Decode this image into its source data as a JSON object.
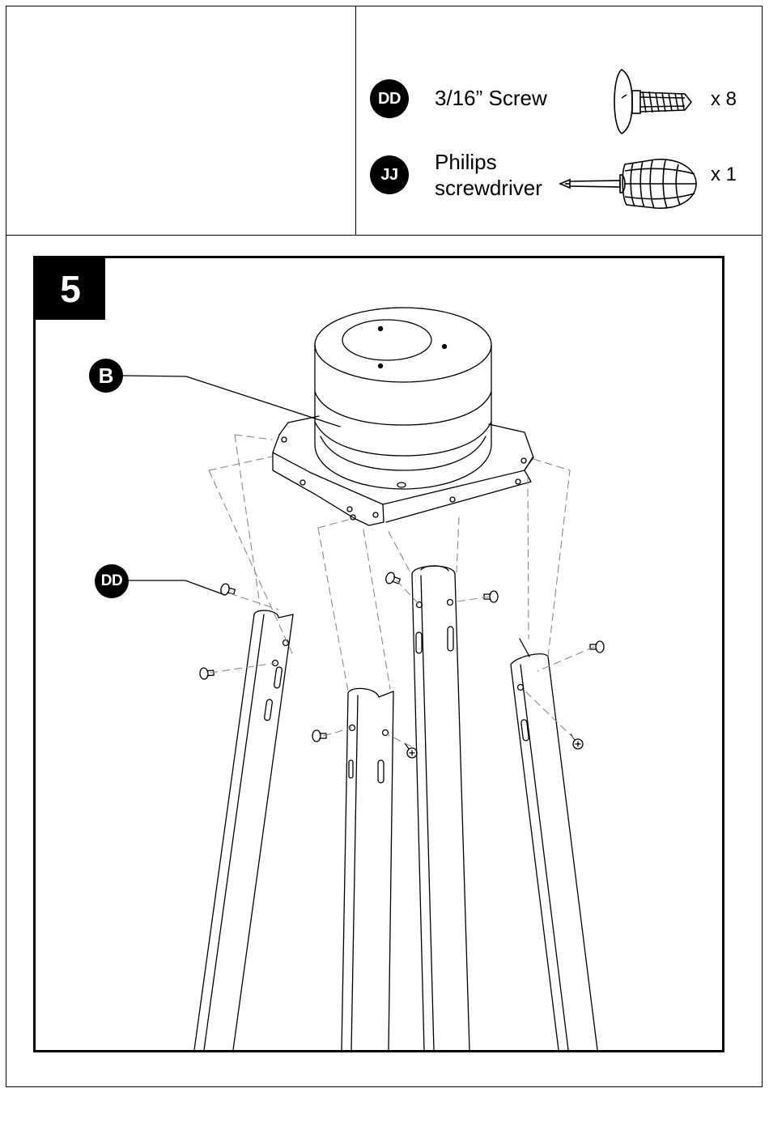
{
  "parts_list": [
    {
      "code": "DD",
      "label": "3/16” Screw",
      "quantity": "x 8",
      "icon": "screw-icon"
    },
    {
      "code": "JJ",
      "label": "Philips screwdriver",
      "quantity": "x 1",
      "icon": "screwdriver-icon"
    }
  ],
  "step": {
    "number": "5",
    "callouts": {
      "body": "B",
      "screw": "DD"
    }
  },
  "colors": {
    "ink": "#000000",
    "paper": "#ffffff",
    "hidden_line": "#8a8a8a"
  }
}
